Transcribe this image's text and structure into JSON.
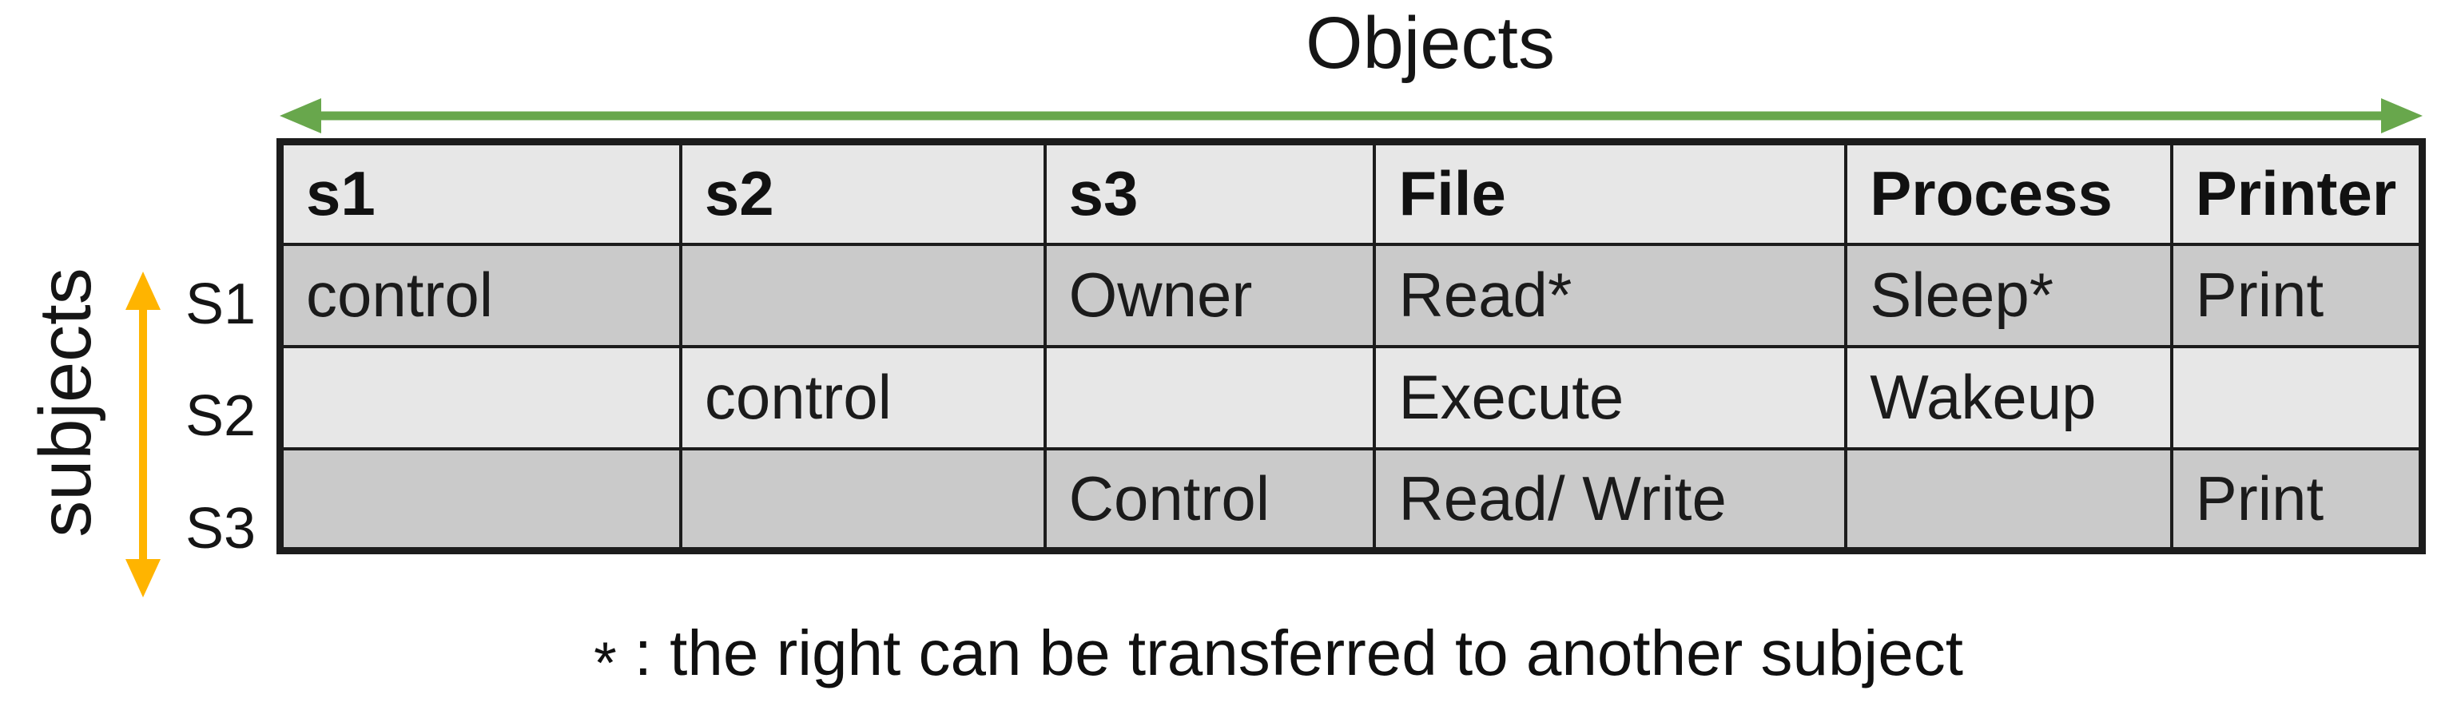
{
  "title": "Objects",
  "side_label": "subjects",
  "colors": {
    "objects_arrow": "#68a74c",
    "subjects_arrow": "#ffb400",
    "row_light": "#e7e7e7",
    "row_dark": "#cacaca",
    "border": "#1c1c1c",
    "text": "#141414"
  },
  "table": {
    "columns": [
      "s1",
      "s2",
      "s3",
      "File",
      "Process",
      "Printer"
    ],
    "rows": [
      {
        "label": "S1",
        "cells": [
          "control",
          "",
          "Owner",
          "Read*",
          "Sleep*",
          "Print"
        ]
      },
      {
        "label": "S2",
        "cells": [
          "",
          "control",
          "",
          "Execute",
          "Wakeup",
          ""
        ]
      },
      {
        "label": "S3",
        "cells": [
          "",
          "",
          "Control",
          "Read/ Write",
          "",
          "Print"
        ]
      }
    ]
  },
  "footnote": {
    "symbol": "*",
    "text": ": the right can be transferred to another subject"
  }
}
